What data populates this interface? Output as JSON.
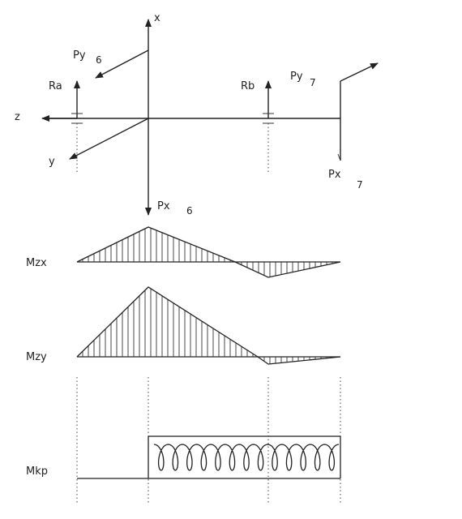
{
  "labels": {
    "axis_x": "x",
    "axis_z": "z",
    "axis_y": "y",
    "ra": "Ra",
    "rb": "Rb",
    "py": "Py",
    "py6_index": "6",
    "py7_index": "7",
    "px": "Px",
    "px6_index": "6",
    "px7_index": "7",
    "mzx": "Mzx",
    "mzy": "Mzy",
    "mkp": "Mkp"
  }
}
